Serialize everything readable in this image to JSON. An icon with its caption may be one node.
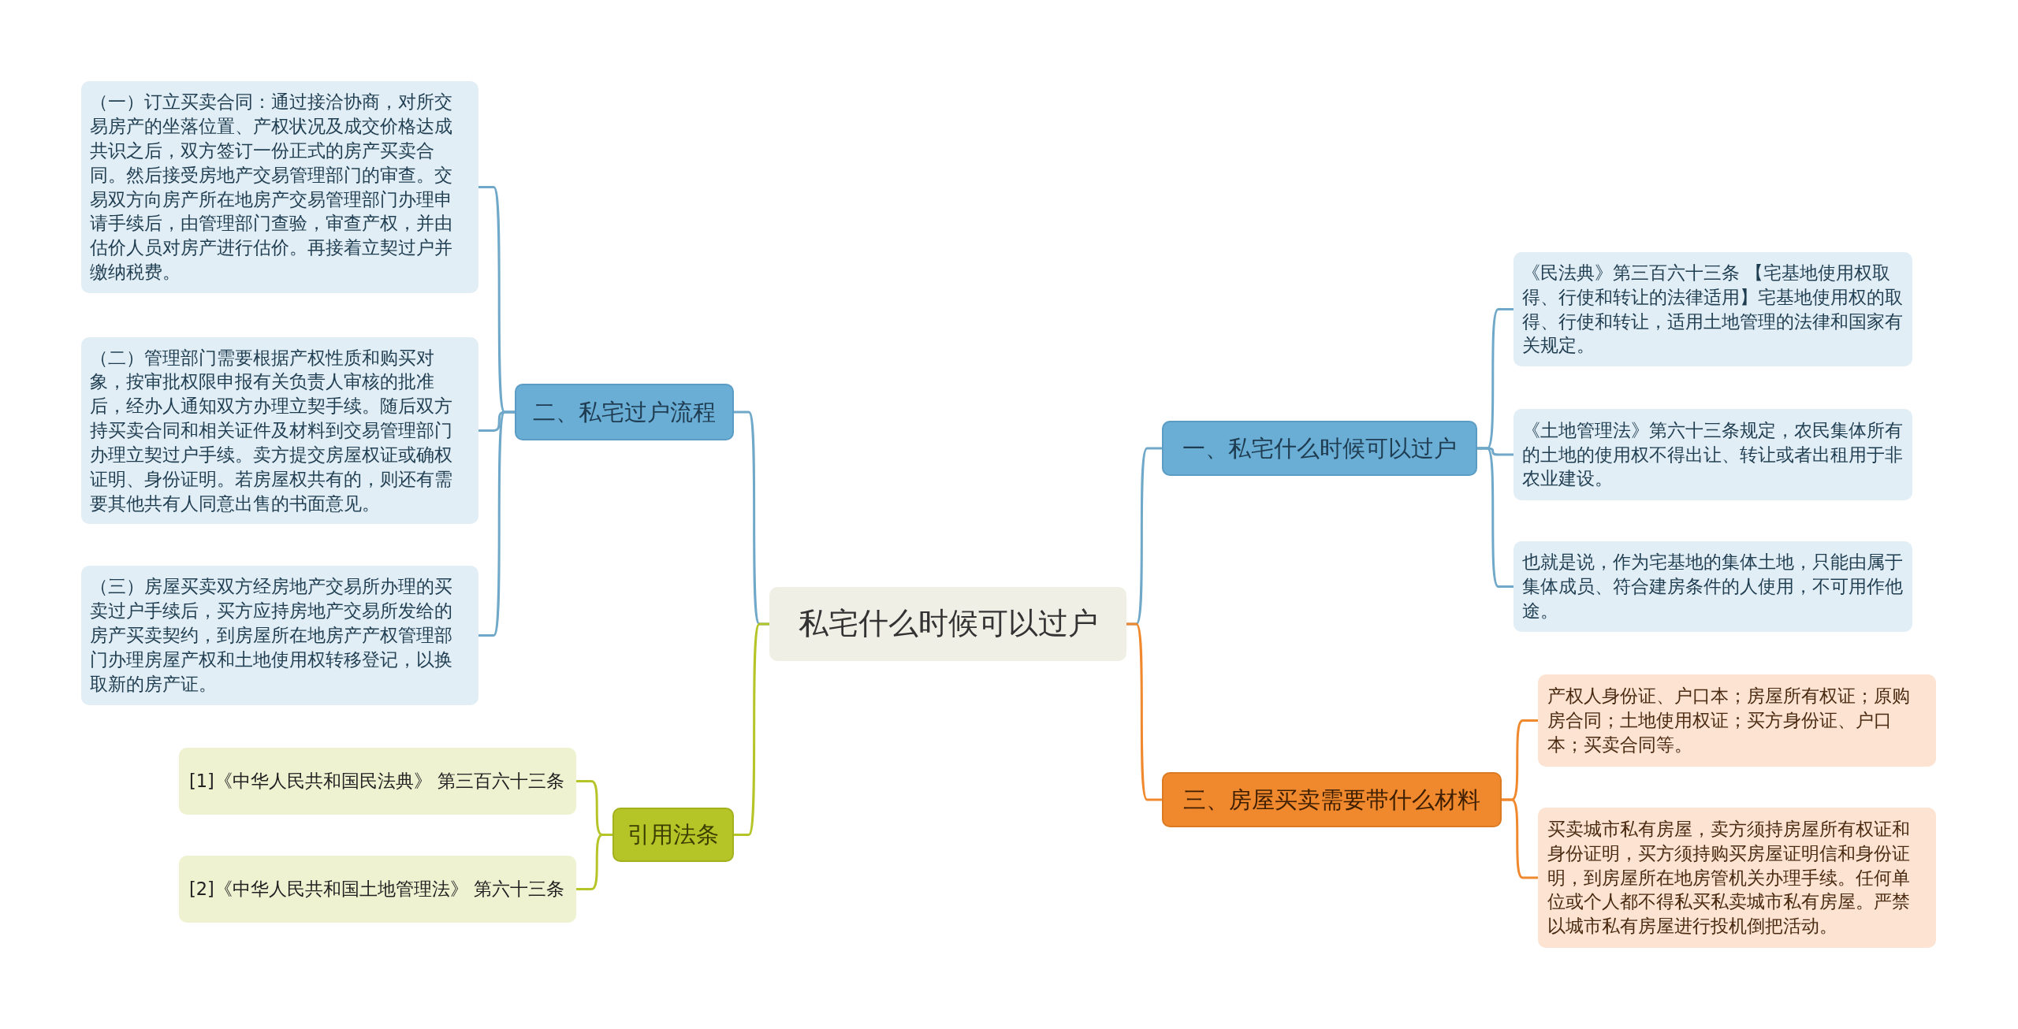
{
  "diagram": {
    "nodes": [
      {
        "text": [
          "私宅什么时候可以过户"
        ]
      },
      {
        "text": [
          "二、私宅过户流程"
        ]
      },
      {
        "text": [
          "（一）订立买卖合同：通过接洽协商，对所交易房产的坐落位置、产权状况及成交价格达成共识之后，双方签订一份正式的房产买卖合同。然后接受房地产交易管理部门的审查。交易双方向房产所在地房产交易管理部门办理申请手续后，由管理部门查验，审查产权，并由估价人员对房产进行估价。再接着立契过户并缴纳税费。"
        ]
      },
      {
        "text": [
          "（二）管理部门需要根据产权性质和购买对象，按审批权限申报有关负责人审核的批准后，经办人通知双方办理立契手续。随后双方持买卖合同和相关证件及材料到交易管理部门办理立契过户手续。卖方提交房屋权证或确权证明、身份证明。若房屋权共有的，则还有需要其他共有人同意出售的书面意见。"
        ]
      },
      {
        "text": [
          "（三）房屋买卖双方经房地产交易所办理的买卖过户手续后，买方应持房地产交易所发给的房产买卖契约，到房屋所在地房产产权管理部门办理房屋产权和土地使用权转移登记，以换取新的房产证。"
        ]
      },
      {
        "text": [
          "引用法条"
        ]
      },
      {
        "text": [
          "[1]《中华人民共和国民法典》 第三百六十三条"
        ]
      },
      {
        "text": [
          "[2]《中华人民共和国土地管理法》 第六十三条"
        ]
      },
      {
        "text": [
          "一、私宅什么时候可以过户"
        ]
      },
      {
        "text": [
          "《民法典》第三百六十三条 【宅基地使用权取得、行使和转让的法律适用】宅基地使用权的取得、行使和转让，适用土地管理的法律和国家有关规定。"
        ]
      },
      {
        "text": [
          "《土地管理法》第六十三条规定，农民集体所有的土地的使用权不得出让、转让或者出租用于非农业建设。"
        ]
      },
      {
        "text": [
          "也就是说，作为宅基地的集体土地，只能由属于集体成员、符合建房条件的人使用，不可用作他途。"
        ]
      },
      {
        "text": [
          "三、房屋买卖需要带什么材料"
        ]
      },
      {
        "text": [
          "产权人身份证、户口本；房屋所有权证；原购房合同；土地使用权证；买方身份证、户口本；买卖合同等。"
        ]
      },
      {
        "text": [
          "买卖城市私有房屋，卖方须持房屋所有权证和身份证明，买方须持购买房屋证明信和身份证明，到房屋所在地房管机关办理手续。任何单位或个人都不得私买私卖城市私有房屋。严禁以城市私有房屋进行投机倒把活动。"
        ]
      }
    ],
    "edges": [
      {
        "from": 0,
        "to": 1,
        "arrow": "none"
      },
      {
        "from": 1,
        "to": 2,
        "arrow": "none"
      },
      {
        "from": 1,
        "to": 3,
        "arrow": "none"
      },
      {
        "from": 1,
        "to": 4,
        "arrow": "none"
      },
      {
        "from": 0,
        "to": 5,
        "arrow": "none",
        "color": "#b5c427"
      },
      {
        "from": 5,
        "to": 6,
        "arrow": "none",
        "color": "#b5c427"
      },
      {
        "from": 5,
        "to": 7,
        "arrow": "none",
        "color": "#b5c427"
      },
      {
        "from": 0,
        "to": 8,
        "arrow": "none"
      },
      {
        "from": 8,
        "to": 9,
        "arrow": "none"
      },
      {
        "from": 8,
        "to": 10,
        "arrow": "none"
      },
      {
        "from": 8,
        "to": 11,
        "arrow": "none"
      },
      {
        "from": 0,
        "to": 12,
        "arrow": "none",
        "color": "#f0892e"
      },
      {
        "from": 12,
        "to": 13,
        "arrow": "none",
        "color": "#f0892e"
      },
      {
        "from": 12,
        "to": 14,
        "arrow": "none",
        "color": "#f0892e"
      }
    ]
  }
}
